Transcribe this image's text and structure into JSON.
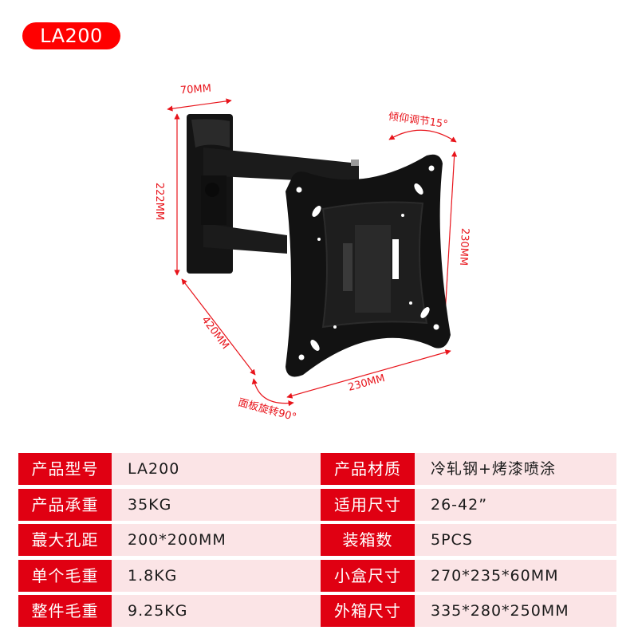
{
  "header": {
    "model_badge": "LA200",
    "badge_color": "#ff0000"
  },
  "diagram": {
    "product": "TV wall mount bracket (swivel arm)",
    "dimensions": {
      "wall_plate_width": "70MM",
      "wall_plate_height": "222MM",
      "vesa_plate_height": "230MM",
      "vesa_plate_width": "230MM",
      "arm_extension": "420MM"
    },
    "annotations": {
      "tilt": "倾仰调节15°",
      "rotation": "面板旋转90°"
    },
    "annotation_color": "#e8141b"
  },
  "specs": {
    "label_bg": "#e00012",
    "value_bg": "#fbe4e6",
    "rows": [
      {
        "left_label": "产品型号",
        "left_value": "LA200",
        "right_label": "产品材质",
        "right_value": "冷轧钢+烤漆喷涂"
      },
      {
        "left_label": "产品承重",
        "left_value": "35KG",
        "right_label": "适用尺寸",
        "right_value": "26-42”"
      },
      {
        "left_label": "蕞大孔距",
        "left_value": "200*200MM",
        "right_label": "装箱数",
        "right_value": "5PCS"
      },
      {
        "left_label": "单个毛重",
        "left_value": "1.8KG",
        "right_label": "小盒尺寸",
        "right_value": "270*235*60MM"
      },
      {
        "left_label": "整件毛重",
        "left_value": "9.25KG",
        "right_label": "外箱尺寸",
        "right_value": "335*280*250MM"
      }
    ]
  }
}
